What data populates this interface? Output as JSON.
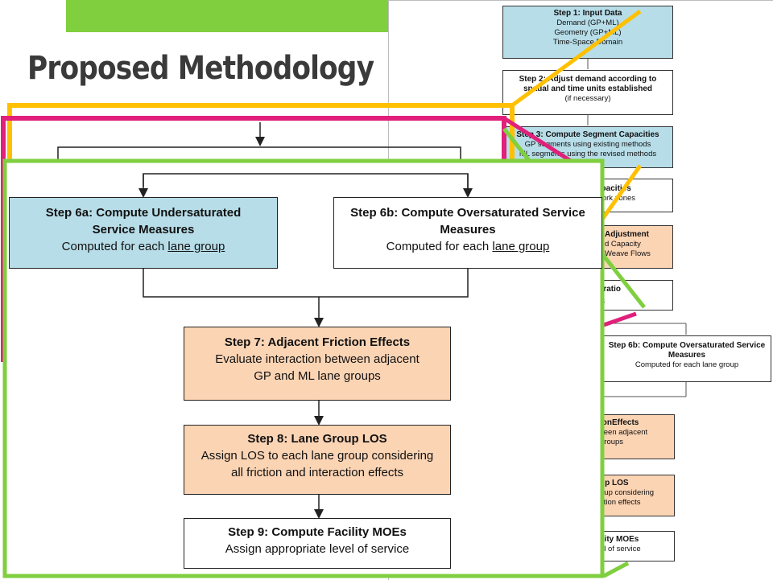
{
  "title": "Proposed Methodology",
  "colors": {
    "green": "#7fcf3f",
    "yellow": "#ffc000",
    "magenta": "#e0207a",
    "blue_fill": "#b7dde8",
    "peach_fill": "#fbd4b4"
  },
  "bg_flow": {
    "step1": {
      "title": "Step 1: Input Data",
      "lines": [
        "Demand (GP+ML)",
        "Geometry (GP+ML)",
        "Time-Space Domain"
      ]
    },
    "step2": {
      "title": "Step 2: Adjust demand according to",
      "title2": "spatial and time units established",
      "line": "(if necessary)"
    },
    "step3": {
      "title": "Step 3: Compute Segment Capacities",
      "line1": "GP segments using existing methods",
      "line2": "ML segments using the revised methods"
    },
    "step4": {
      "title": "apacities",
      "line": "work zones"
    },
    "step5": {
      "title": "Adjustment",
      "line1": "d Capacity",
      "line2": "Weave Flows"
    },
    "step5b": {
      "title": "c ratio",
      "line": "ps"
    },
    "step6b": {
      "title": "Step 6b: Compute Oversaturated Service",
      "title2": "Measures",
      "line": "Computed for each lane group"
    },
    "step7": {
      "title": "ionEffects",
      "line1": "veen adjacent",
      "line2": "groups"
    },
    "step8": {
      "title": "up LOS",
      "line1": "oup considering",
      "line2": "ction effects"
    },
    "step9": {
      "title": "ility MOEs",
      "line": "el of service"
    }
  },
  "zoom": {
    "step6a": {
      "title1": "Step 6a: Compute Undersaturated",
      "title2": "Service Measures",
      "line_pre": "Computed for each ",
      "line_u": "lane group"
    },
    "step6b": {
      "title1": "Step 6b: Compute Oversaturated Service",
      "title2": "Measures",
      "line_pre": "Computed for each ",
      "line_u": "lane group"
    },
    "step7": {
      "title": "Step 7: Adjacent Friction Effects",
      "line1": "Evaluate interaction between adjacent",
      "line2": "GP and ML lane groups"
    },
    "step8": {
      "title": "Step 8: Lane Group LOS",
      "line1": "Assign LOS to each lane group considering",
      "line2": "all friction and interaction effects"
    },
    "step9": {
      "title": "Step 9: Compute Facility MOEs",
      "line": "Assign appropriate level of service"
    }
  }
}
